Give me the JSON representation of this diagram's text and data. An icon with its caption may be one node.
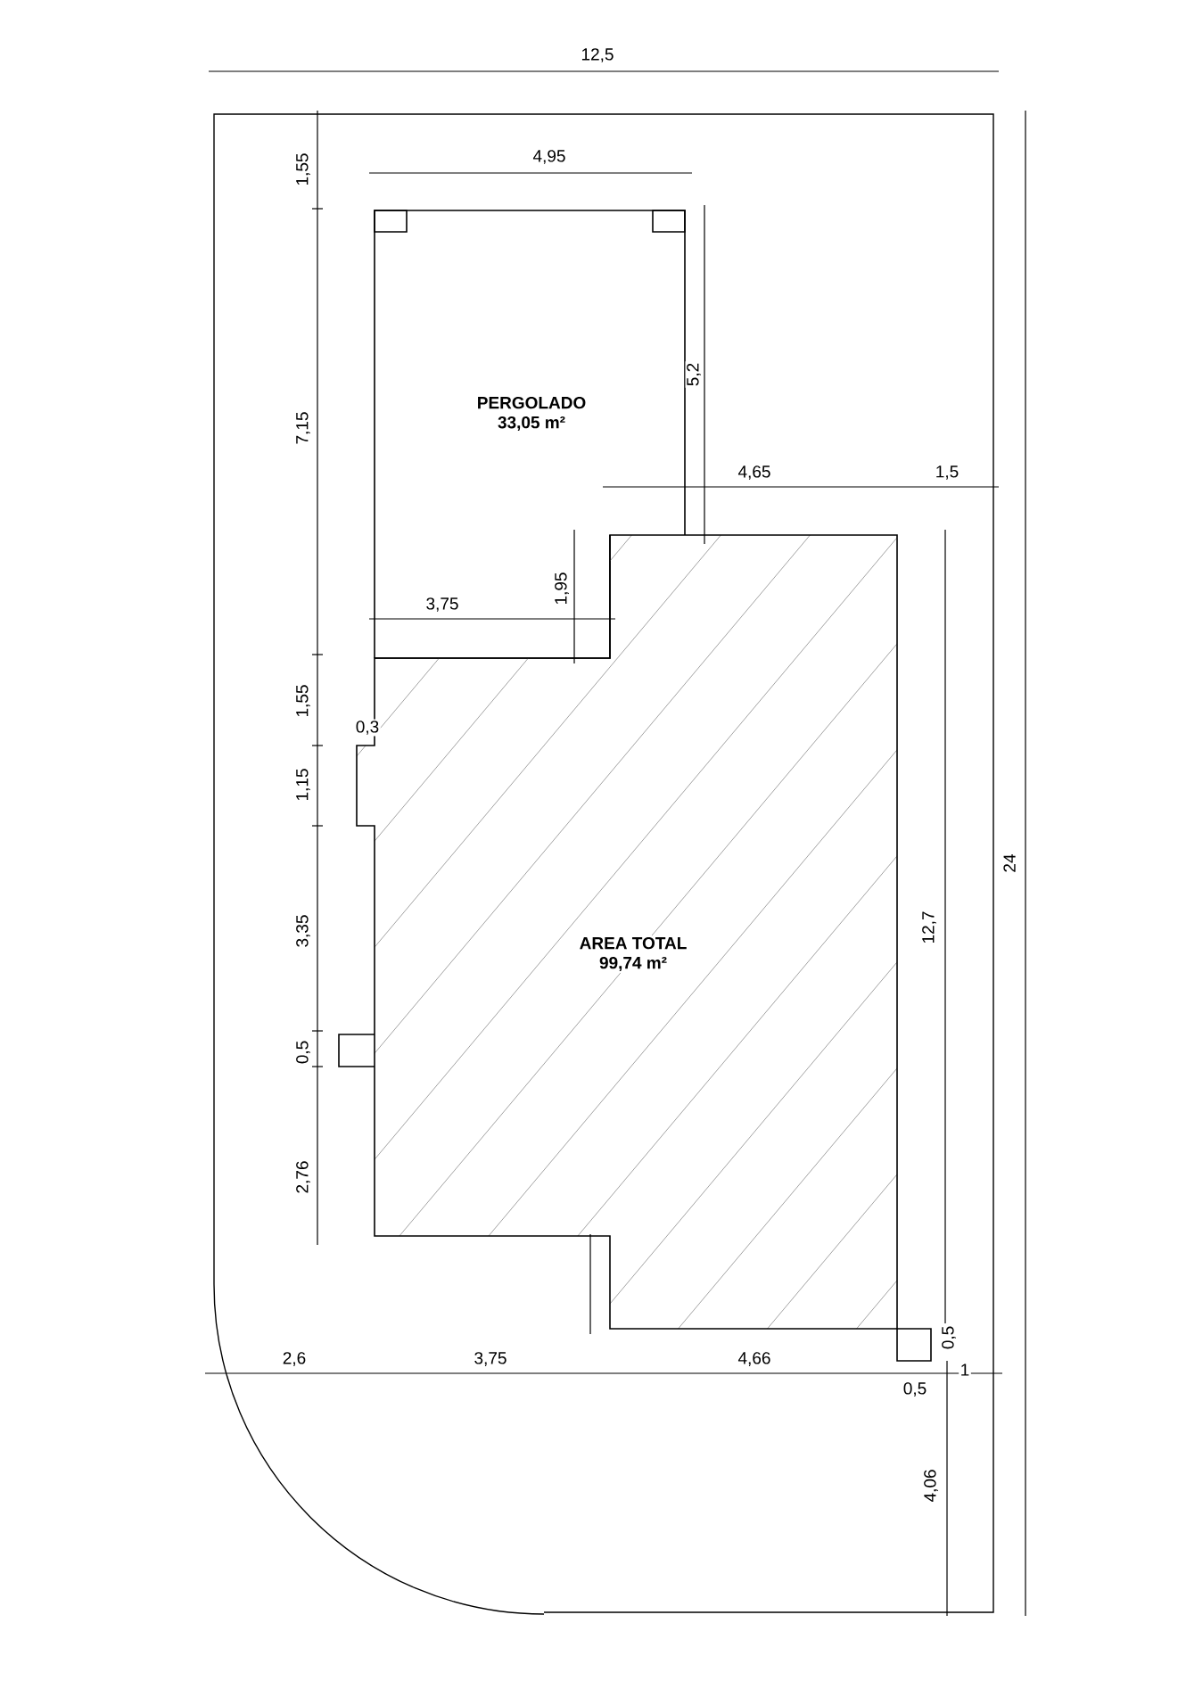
{
  "diagram": {
    "nodes": [
      {
        "text": [
          "PERGOLADO",
          "33,05 m²"
        ]
      },
      {
        "text": [
          "AREA TOTAL",
          "99,74 m²"
        ]
      }
    ],
    "labels": [
      "12,5",
      "1,55",
      "4,95",
      "5,2",
      "7,15",
      "4,65",
      "1,5",
      "3,75",
      "1,95",
      "1,55",
      "0,3",
      "1,15",
      "24",
      "3,35",
      "12,7",
      "0,5",
      "2,76",
      "0,5",
      "2,6",
      "3,75",
      "4,66",
      "1",
      "0,5",
      "4,06"
    ]
  }
}
